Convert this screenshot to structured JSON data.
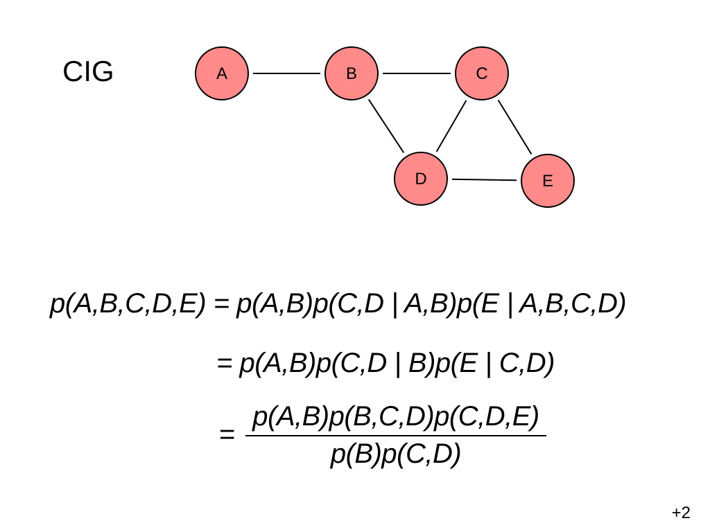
{
  "title": "CIG",
  "graph": {
    "node_fill": "#ff8a8a",
    "node_stroke": "#000000",
    "edge_color": "#000000",
    "nodes": [
      {
        "id": "A",
        "label": "A"
      },
      {
        "id": "B",
        "label": "B"
      },
      {
        "id": "C",
        "label": "C"
      },
      {
        "id": "D",
        "label": "D"
      },
      {
        "id": "E",
        "label": "E"
      }
    ],
    "edges": [
      [
        "A",
        "B"
      ],
      [
        "B",
        "C"
      ],
      [
        "B",
        "D"
      ],
      [
        "C",
        "D"
      ],
      [
        "C",
        "E"
      ],
      [
        "D",
        "E"
      ]
    ]
  },
  "equations": {
    "line1": "p(A,B,C,D,E) = p(A,B)p(C,D | A,B)p(E | A,B,C,D)",
    "line2": "= p(A,B)p(C,D | B)p(E | C,D)",
    "line3_equals": "=",
    "line3_numerator": "p(A,B)p(B,C,D)p(C,D,E)",
    "line3_denominator": "p(B)p(C,D)"
  },
  "page_number": "+2"
}
